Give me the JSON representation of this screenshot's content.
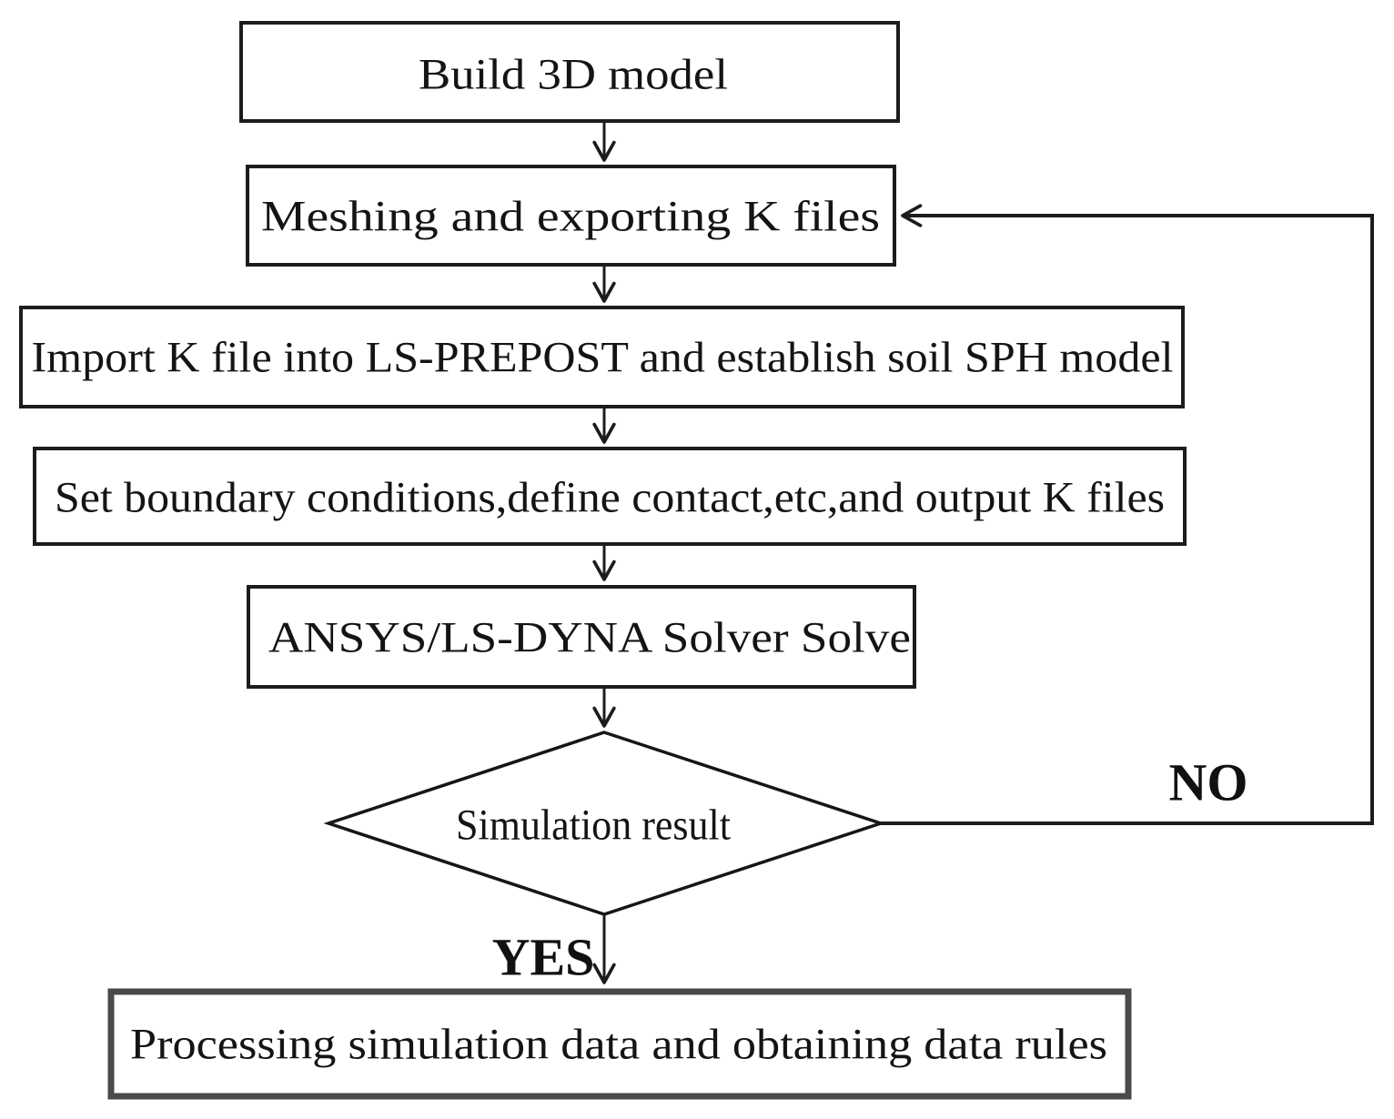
{
  "flowchart": {
    "background": "#ffffff",
    "line_color": "#1c1c1c",
    "text_color": "#141414",
    "gray_border_color": "#4a4a4a",
    "nodes": {
      "build": {
        "label": "Build 3D model",
        "type": "process"
      },
      "meshing": {
        "label": "Meshing and exporting K files",
        "type": "process"
      },
      "import": {
        "label": "Import K file into LS-PREPOST and establish soil SPH model",
        "type": "process"
      },
      "boundary": {
        "label": "Set boundary conditions,define contact,etc,and output K files",
        "type": "process"
      },
      "solver": {
        "label": "ANSYS/LS-DYNA Solver Solve",
        "type": "process"
      },
      "decision": {
        "label": "Simulation result",
        "type": "decision"
      },
      "processing": {
        "label": "Processing simulation data and obtaining data rules",
        "type": "process"
      }
    },
    "edge_labels": {
      "yes": "YES",
      "no": "NO"
    }
  }
}
